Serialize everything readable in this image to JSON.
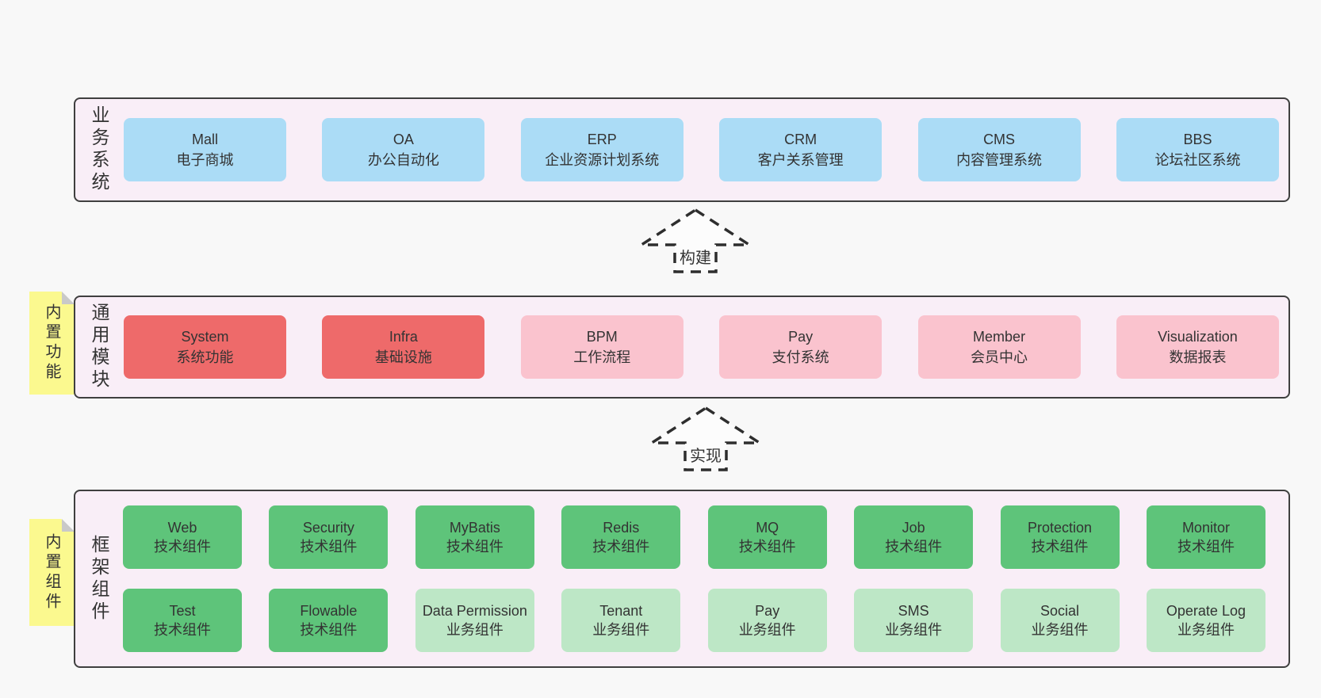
{
  "bands": [
    {
      "title": "业务系统",
      "boxes": [
        {
          "name": "Mall",
          "desc": "电子商城"
        },
        {
          "name": "OA",
          "desc": "办公自动化"
        },
        {
          "name": "ERP",
          "desc": "企业资源计划系统"
        },
        {
          "name": "CRM",
          "desc": "客户关系管理"
        },
        {
          "name": "CMS",
          "desc": "内容管理系统"
        },
        {
          "name": "BBS",
          "desc": "论坛社区系统"
        }
      ]
    },
    {
      "title": "通用模块",
      "sticky": "内置功能",
      "boxes": [
        {
          "name": "System",
          "desc": "系统功能"
        },
        {
          "name": "Infra",
          "desc": "基础设施"
        },
        {
          "name": "BPM",
          "desc": "工作流程"
        },
        {
          "name": "Pay",
          "desc": "支付系统"
        },
        {
          "name": "Member",
          "desc": "会员中心"
        },
        {
          "name": "Visualization",
          "desc": "数据报表"
        }
      ]
    },
    {
      "title": "框架组件",
      "sticky": "内置组件",
      "rows": [
        {
          "boxes": [
            {
              "name": "Web",
              "desc": "技术组件"
            },
            {
              "name": "Security",
              "desc": "技术组件"
            },
            {
              "name": "MyBatis",
              "desc": "技术组件"
            },
            {
              "name": "Redis",
              "desc": "技术组件"
            },
            {
              "name": "MQ",
              "desc": "技术组件"
            },
            {
              "name": "Job",
              "desc": "技术组件"
            },
            {
              "name": "Protection",
              "desc": "技术组件"
            },
            {
              "name": "Monitor",
              "desc": "技术组件"
            }
          ]
        },
        {
          "boxes": [
            {
              "name": "Test",
              "desc": "技术组件"
            },
            {
              "name": "Flowable",
              "desc": "技术组件"
            },
            {
              "name": "Data Permission",
              "desc": "业务组件"
            },
            {
              "name": "Tenant",
              "desc": "业务组件"
            },
            {
              "name": "Pay",
              "desc": "业务组件"
            },
            {
              "name": "SMS",
              "desc": "业务组件"
            },
            {
              "name": "Social",
              "desc": "业务组件"
            },
            {
              "name": "Operate Log",
              "desc": "业务组件"
            }
          ]
        }
      ]
    }
  ],
  "arrows": [
    {
      "label": "构建",
      "direction": "up"
    },
    {
      "label": "实现",
      "direction": "up"
    }
  ],
  "colors": {
    "page_bg": "#f8f8f8",
    "band_bg": "#f9eef7",
    "band_border": "#3f3f3f",
    "blue": "#abdcf6",
    "red": "#ee6a6a",
    "pink": "#fac3ce",
    "green": "#5ec47a",
    "light_green": "#bde7c6",
    "sticky_yellow": "#fbf98f",
    "sticky_fold": "#c9c9c9",
    "text": "#333333"
  }
}
